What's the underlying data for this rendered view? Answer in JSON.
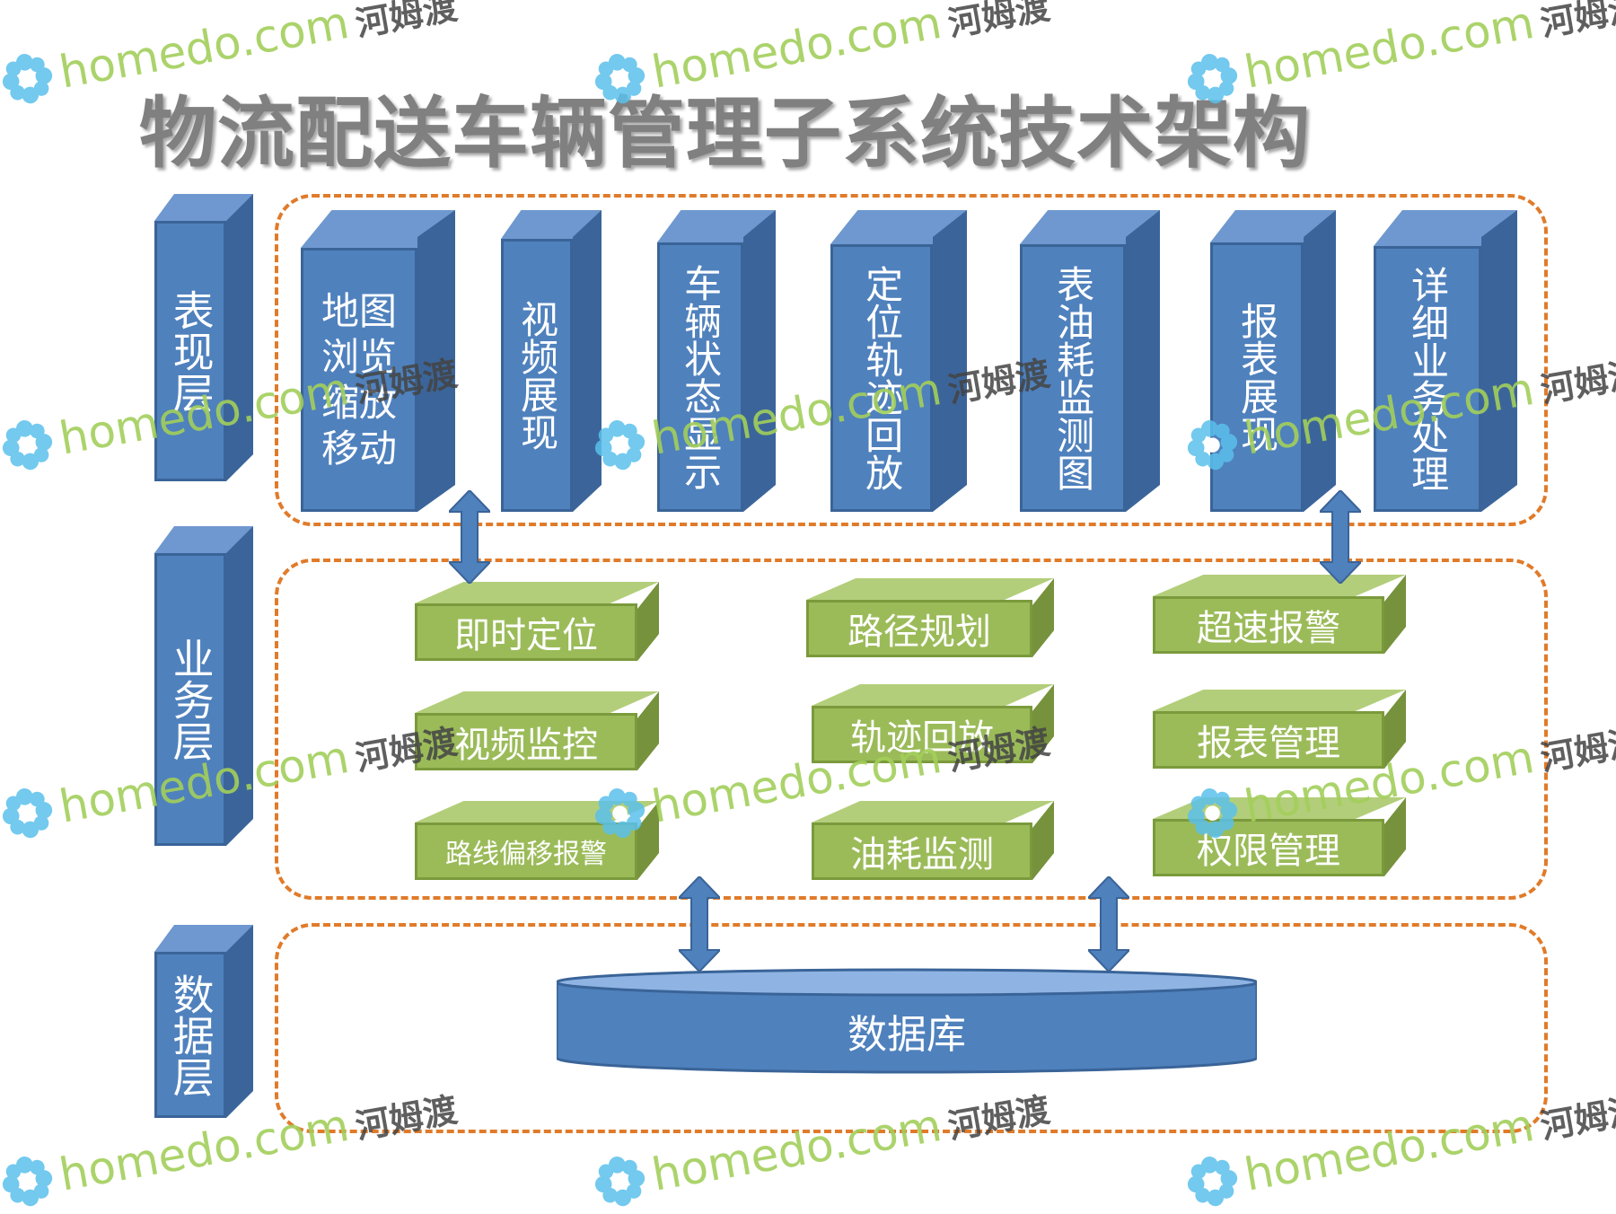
{
  "title": "物流配送车辆管理子系统技术架构",
  "layers": {
    "presentation": "表现层",
    "business": "业务层",
    "data": "数据层"
  },
  "presentation_modules": [
    "地图浏览缩放移动",
    "视频展现",
    "车辆状态显示",
    "定位轨迹回放",
    "表油耗监测图",
    "报表展现",
    "详细业务处理"
  ],
  "business_modules": [
    "即时定位",
    "路径规划",
    "超速报警",
    "视频监控",
    "轨迹回放",
    "报表管理",
    "路线偏移报警",
    "油耗监测",
    "权限管理"
  ],
  "database": "数据库",
  "watermark": {
    "site": "homedo.com",
    "name": "河姆渡"
  },
  "colors": {
    "blue": "#4F81BD",
    "green": "#9BBB59",
    "dashed_border": "#E07B2A",
    "title": "#808080"
  }
}
